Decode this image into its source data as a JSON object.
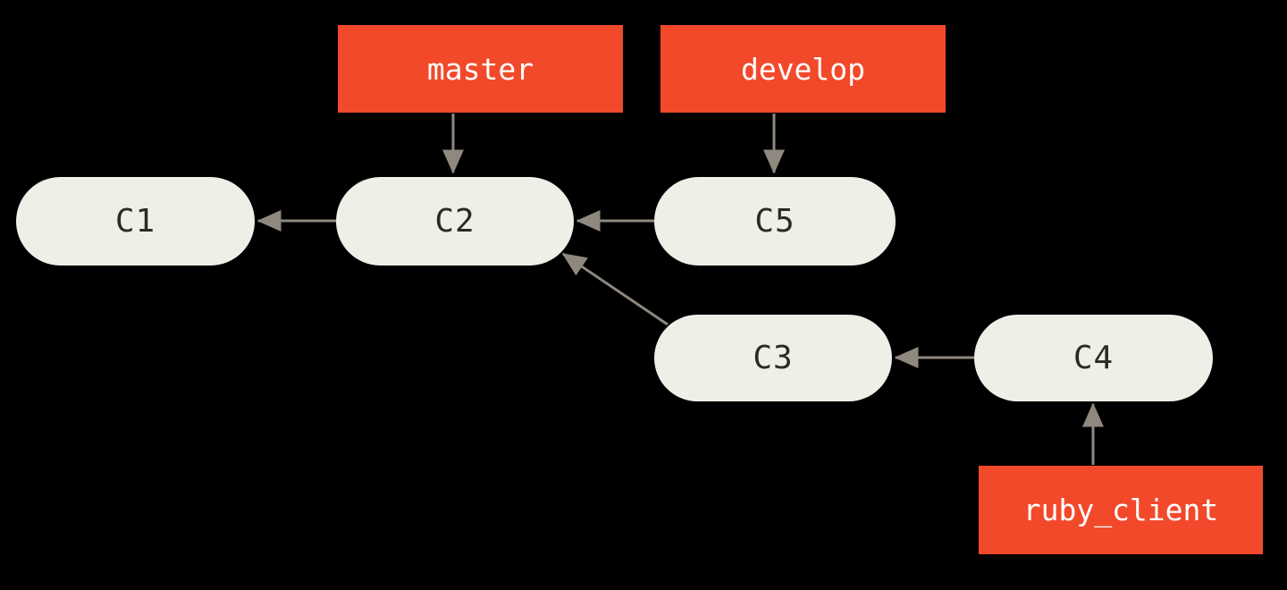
{
  "diagram": {
    "colors": {
      "background": "#000000",
      "commit_fill": "#f0efe7",
      "commit_text": "#2b2a26",
      "branch_fill": "#f2492b",
      "branch_text": "#ffffff",
      "arrow": "#8f887e"
    },
    "commits": [
      {
        "id": "C1",
        "label": "C1"
      },
      {
        "id": "C2",
        "label": "C2"
      },
      {
        "id": "C3",
        "label": "C3"
      },
      {
        "id": "C4",
        "label": "C4"
      },
      {
        "id": "C5",
        "label": "C5"
      }
    ],
    "branch_labels": [
      {
        "id": "master",
        "label": "master",
        "points_to": "C2"
      },
      {
        "id": "develop",
        "label": "develop",
        "points_to": "C5"
      },
      {
        "id": "ruby_client",
        "label": "ruby_client",
        "points_to": "C4"
      }
    ],
    "edges": [
      {
        "from": "master",
        "to": "C2"
      },
      {
        "from": "develop",
        "to": "C5"
      },
      {
        "from": "C2",
        "to": "C1"
      },
      {
        "from": "C5",
        "to": "C2"
      },
      {
        "from": "C3",
        "to": "C2"
      },
      {
        "from": "C4",
        "to": "C3"
      },
      {
        "from": "ruby_client",
        "to": "C4"
      }
    ]
  }
}
